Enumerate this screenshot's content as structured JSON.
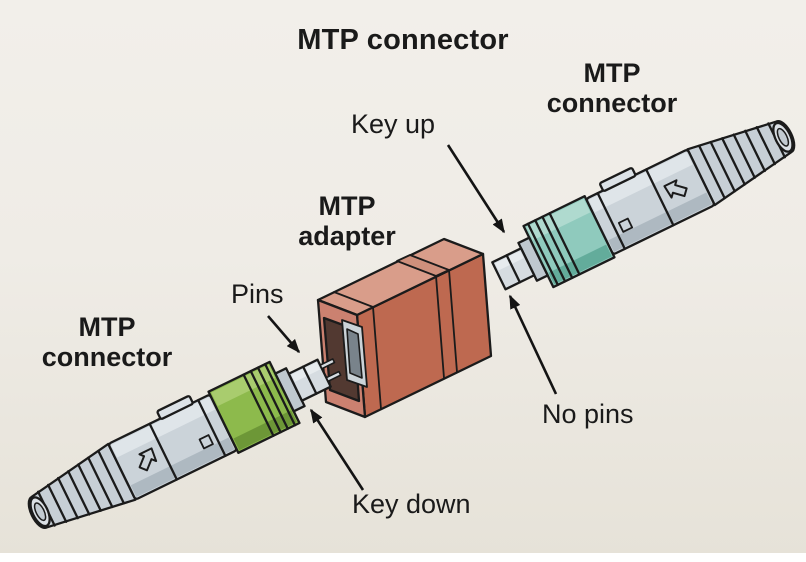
{
  "diagram": {
    "title": "MTP connector",
    "connector_right_label": {
      "line1": "MTP",
      "line2": "connector"
    },
    "connector_left_label": {
      "line1": "MTP",
      "line2": "connector"
    },
    "adapter_label": {
      "line1": "MTP",
      "line2": "adapter"
    },
    "callouts": {
      "key_up": "Key up",
      "pins": "Pins",
      "key_down": "Key down",
      "no_pins": "No pins"
    },
    "colors": {
      "background_top": "#F2EFEA",
      "background_bottom": "#E6E2D8",
      "outline": "#1B1B1B",
      "left_boot": "#8DBA4C",
      "left_boot_light": "#A9CC6E",
      "left_boot_dark": "#6D9737",
      "right_boot": "#8FCABD",
      "right_boot_light": "#AFDACF",
      "right_boot_dark": "#63AC9B",
      "adapter_top": "#D99D8A",
      "adapter_side": "#BE6950",
      "adapter_front": "#CB8170",
      "adapter_band": "#CF907C",
      "socket_hole": "#523931",
      "connector_gray": "#CBD3D9"
    }
  }
}
